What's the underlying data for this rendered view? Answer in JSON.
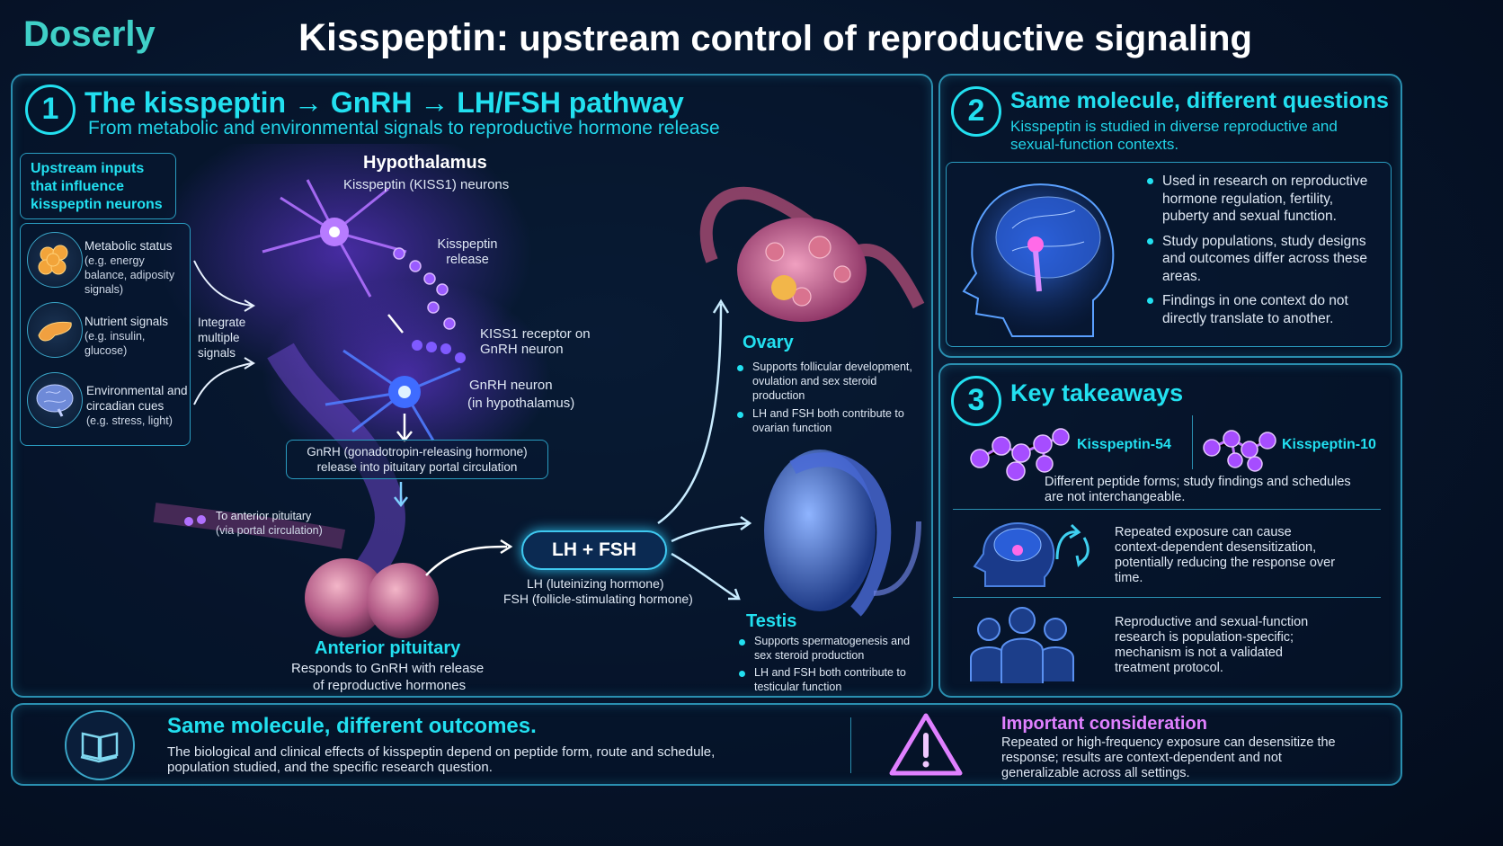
{
  "brand": "Doserly",
  "title_bold": "Kisspeptin:",
  "title_rest": " upstream control of reproductive signaling",
  "panel1": {
    "number": "1",
    "title": "The kisspeptin → GnRH → LH/FSH pathway",
    "subtitle": "From metabolic and environmental signals to reproductive hormone release",
    "inputs_header": "Upstream inputs that influence kisspeptin neurons",
    "inputs": [
      {
        "label": "Metabolic status",
        "detail": "(e.g. energy balance, adiposity signals)",
        "icon": "fat-cells-icon"
      },
      {
        "label": "Nutrient signals",
        "detail": "(e.g. insulin, glucose)",
        "icon": "pancreas-icon"
      },
      {
        "label": "Environmental and circadian cues",
        "detail": "(e.g. stress, light)",
        "icon": "brain-icon"
      }
    ],
    "integrate": "Integrate multiple signals",
    "hypothalamus_title": "Hypothalamus",
    "hypothalamus_sub": "Kisspeptin (KISS1) neurons",
    "release": "Kisspeptin release",
    "receptor": "KISS1 receptor on GnRH neuron",
    "gnrh_neuron": "GnRH neuron",
    "gnrh_neuron_sub": "(in hypothalamus)",
    "gnrh_box_line1": "GnRH (gonadotropin-releasing hormone)",
    "gnrh_box_line2": "release into pituitary portal circulation",
    "to_pituitary": "To anterior pituitary",
    "to_pituitary_sub": "(via portal circulation)",
    "pituitary_title": "Anterior pituitary",
    "pituitary_sub1": "Responds to GnRH with release",
    "pituitary_sub2": "of reproductive hormones",
    "lhfsh": "LH + FSH",
    "lh_def": "LH (luteinizing hormone)",
    "fsh_def": "FSH (follicle-stimulating hormone)",
    "ovary_title": "Ovary",
    "ovary_bullets": [
      "Supports follicular development, ovulation and sex steroid production",
      "LH and FSH both contribute to ovarian function"
    ],
    "testis_title": "Testis",
    "testis_bullets": [
      "Supports spermatogenesis and sex steroid production",
      "LH and FSH both contribute to testicular function"
    ]
  },
  "panel2": {
    "number": "2",
    "title": "Same molecule, different questions",
    "subtitle": "Kisspeptin is studied in diverse reproductive and sexual-function contexts.",
    "bullets": [
      "Used in research on reproductive hormone regulation, fertility, puberty and sexual function.",
      "Study populations, study designs and outcomes differ across these areas.",
      "Findings in one context do not directly translate to another."
    ]
  },
  "panel3": {
    "number": "3",
    "title": "Key takeaways",
    "kp54": "Kisspeptin-54",
    "kp10": "Kisspeptin-10",
    "forms_text": "Different peptide forms; study findings and schedules are not interchangeable.",
    "desens_text": "Repeated exposure can cause context-dependent desensitization, potentially reducing the response over time.",
    "population_text": "Reproductive and sexual-function research is population-specific; mechanism is not a validated treatment protocol."
  },
  "footer": {
    "left_title": "Same molecule, different outcomes.",
    "left_text": "The biological and clinical effects of kisspeptin depend on peptide form, route and schedule, population studied, and the specific research question.",
    "right_title": "Important consideration",
    "right_text": "Repeated or high-frequency exposure can desensitize the response; results are context-dependent and not generalizable across all settings."
  },
  "colors": {
    "accent": "#22e0f0",
    "border": "#2a8fb0",
    "purple": "#a64dff",
    "background": "#06142a"
  }
}
